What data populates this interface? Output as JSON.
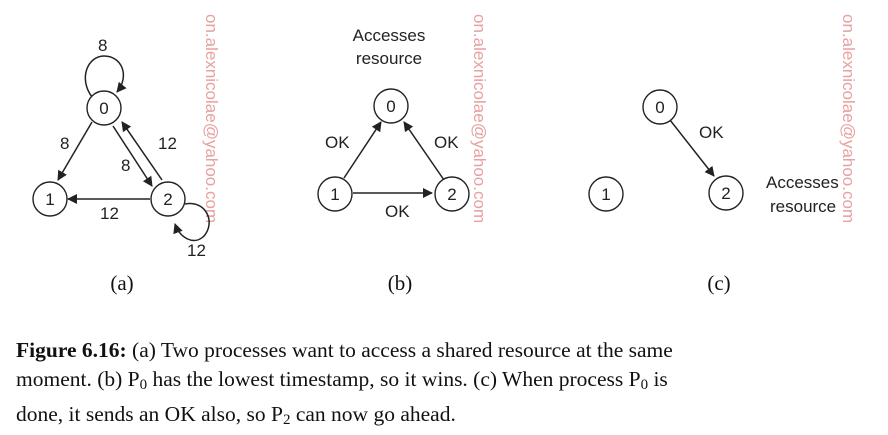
{
  "watermark": "on.alexnicolae@yahoo.com",
  "panels": [
    {
      "id": "a",
      "label": "(a)",
      "nodes": [
        "0",
        "1",
        "2"
      ],
      "edges": [
        {
          "from": "0",
          "to": "0",
          "label": "8"
        },
        {
          "from": "0",
          "to": "1",
          "label": "8"
        },
        {
          "from": "0",
          "to": "2",
          "label": "8"
        },
        {
          "from": "2",
          "to": "0",
          "label": "12"
        },
        {
          "from": "2",
          "to": "1",
          "label": "12"
        },
        {
          "from": "2",
          "to": "2",
          "label": "12"
        }
      ]
    },
    {
      "id": "b",
      "label": "(b)",
      "note": "Accesses resource",
      "note_lines": [
        "Accesses",
        "resource"
      ],
      "nodes": [
        "0",
        "1",
        "2"
      ],
      "edges": [
        {
          "from": "1",
          "to": "0",
          "label": "OK"
        },
        {
          "from": "2",
          "to": "0",
          "label": "OK"
        },
        {
          "from": "1",
          "to": "2",
          "label": "OK"
        }
      ]
    },
    {
      "id": "c",
      "label": "(c)",
      "note": "Accesses resource",
      "note_lines": [
        "Accesses",
        "resource"
      ],
      "nodes": [
        "0",
        "1",
        "2"
      ],
      "edges": [
        {
          "from": "0",
          "to": "2",
          "label": "OK"
        }
      ]
    }
  ],
  "caption": {
    "prefix": "Figure 6.16:",
    "seg1": " (a) Two processes want to access a shared resource at the same",
    "seg2": "moment. (b) P",
    "sub1": "0",
    "seg3": " has the lowest timestamp, so it wins. (c) When process P",
    "sub2": "0",
    "seg4": " is",
    "seg5": "done, it sends an OK also, so P",
    "sub3": "2",
    "seg6": " can now go ahead."
  }
}
